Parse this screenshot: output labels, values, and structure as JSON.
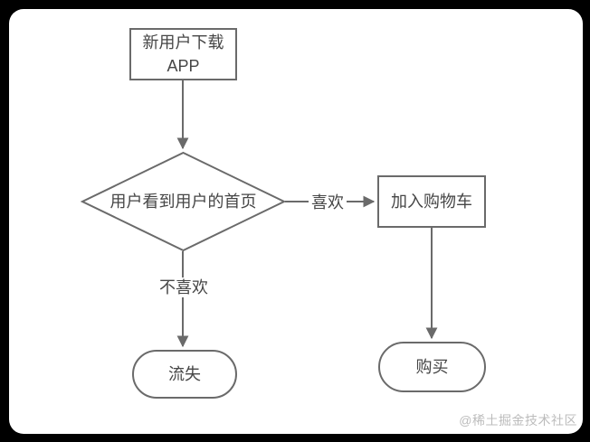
{
  "page": {
    "background_color": "#000000",
    "canvas_color": "#ffffff",
    "line_color": "#6a6a6a",
    "text_color": "#464646",
    "watermark_color": "#bcbcbc"
  },
  "flowchart": {
    "nodes": [
      {
        "id": "download-app",
        "type": "process",
        "label": "新用户下载 APP",
        "label_lines": [
          "新用户下载",
          "APP"
        ]
      },
      {
        "id": "see-homepage",
        "type": "decision",
        "label": "用户看到用户的首页"
      },
      {
        "id": "add-to-cart",
        "type": "process",
        "label": "加入购物车"
      },
      {
        "id": "churn",
        "type": "terminator",
        "label": "流失"
      },
      {
        "id": "purchase",
        "type": "terminator",
        "label": "购买"
      }
    ],
    "edges": [
      {
        "from": "download-app",
        "to": "see-homepage",
        "label": ""
      },
      {
        "from": "see-homepage",
        "to": "add-to-cart",
        "label": "喜欢"
      },
      {
        "from": "see-homepage",
        "to": "churn",
        "label": "不喜欢"
      },
      {
        "from": "add-to-cart",
        "to": "purchase",
        "label": ""
      }
    ]
  },
  "watermark": {
    "text": "@稀土掘金技术社区"
  }
}
